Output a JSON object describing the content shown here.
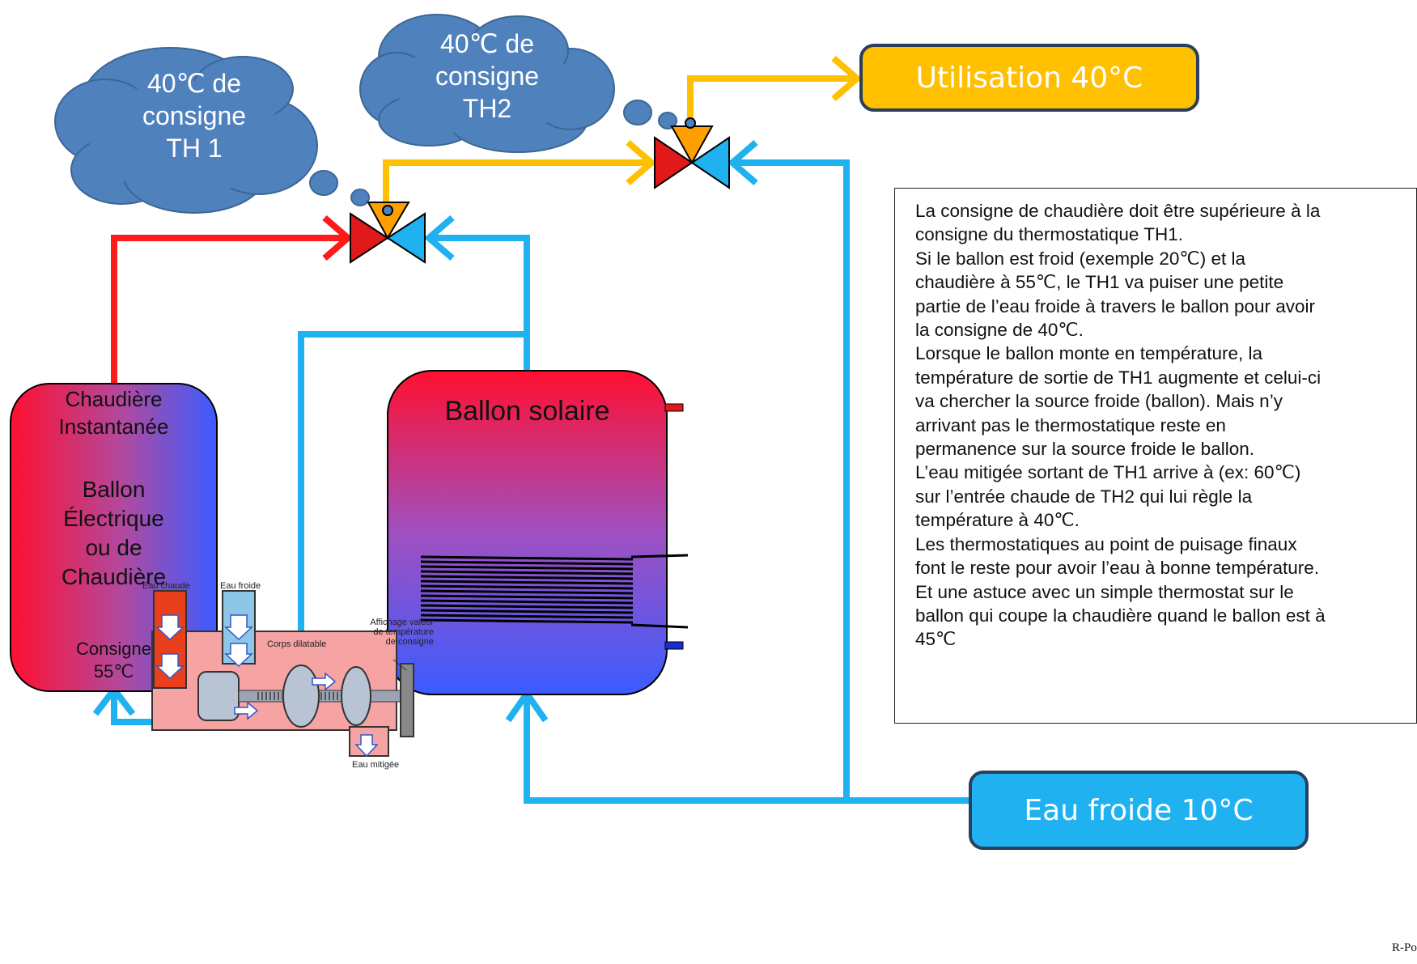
{
  "clouds": {
    "th1": [
      "40℃ de",
      "consigne",
      "TH 1"
    ],
    "th2": [
      "40℃ de",
      "consigne",
      "TH2"
    ]
  },
  "boiler": {
    "title_lines": [
      "Chaudière",
      "Instantanée"
    ],
    "alt_lines": [
      "Ballon",
      "Électrique",
      "ou de",
      "Chaudière"
    ],
    "setpoint_lines": [
      "Consigne",
      "55℃"
    ]
  },
  "solar_tank": {
    "title": "Ballon solaire"
  },
  "usage_box": {
    "label": "Utilisation 40°C"
  },
  "cold_water_box": {
    "label": "Eau froide 10°C"
  },
  "note": {
    "lines": [
      "La consigne de chaudière doit être supérieure à la",
      "consigne du thermostatique TH1.",
      "Si le ballon est froid (exemple 20℃)  et la",
      "chaudière à 55℃, le TH1 va puiser une petite",
      "partie de l’eau froide à travers le ballon pour avoir",
      "la consigne de 40℃.",
      "Lorsque le ballon monte en température, la",
      "température de sortie de TH1 augmente et celui-ci",
      "va chercher la source froide (ballon). Mais n’y",
      "arrivant pas le thermostatique reste en",
      "permanence sur la source froide le ballon.",
      "L’eau mitigée sortant de TH1 arrive à  (ex: 60℃)",
      "sur l’entrée chaude de TH2 qui lui règle la",
      "température à 40℃.",
      "Les thermostatiques au point de puisage finaux",
      "font le reste pour avoir l’eau à bonne température.",
      "Et une astuce avec un simple thermostat sur le",
      "ballon qui coupe la chaudière quand le ballon est  à",
      "45℃"
    ]
  },
  "valve_illustration": {
    "hot_in": "Eau chaude",
    "cold_in": "Eau froide",
    "element": "Corps dilatable",
    "display": [
      "Affichage valeur",
      "de température",
      "de consigne"
    ],
    "mixed_out": "Eau mitigée"
  },
  "footer": {
    "text": "R-Po"
  },
  "colors": {
    "hot_pipe": "#ff1a1a",
    "cold_pipe": "#1fb1f0",
    "mixed_pipe": "#ffc000",
    "cloud": "#4f81bd",
    "usage_fill": "#ffc000",
    "cold_box_fill": "#1fb1f0"
  }
}
